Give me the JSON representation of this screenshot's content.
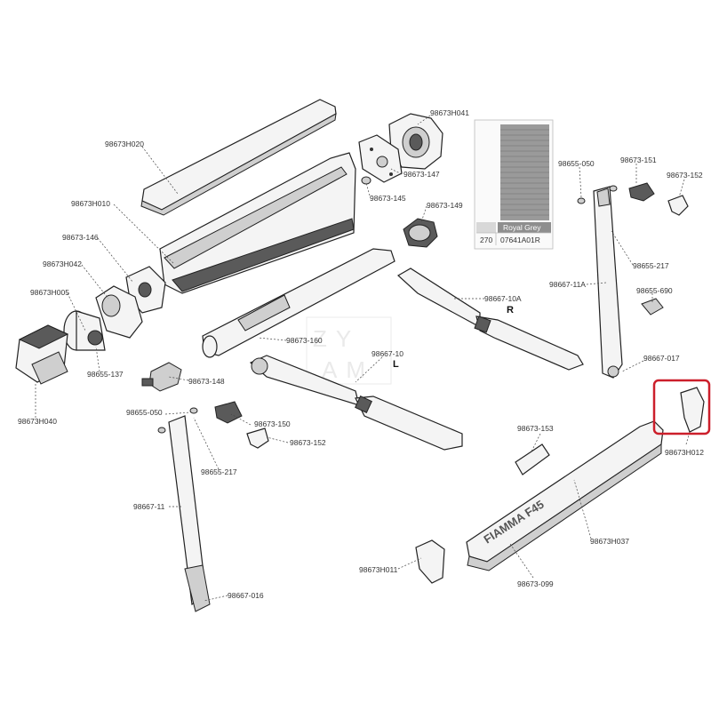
{
  "parts": {
    "p98673H041": "98673H041",
    "p98673H020": "98673H020",
    "p98673_147": "98673-147",
    "p98673_145": "98673-145",
    "p98673H010": "98673H010",
    "p98673_149": "98673-149",
    "p98673_146": "98673-146",
    "p98673H042": "98673H042",
    "p98673H005": "98673H005",
    "p98673_160": "98673-160",
    "p98655_137": "98655-137",
    "p98673_148": "98673-148",
    "p98673H040": "98673H040",
    "p98655_050a": "98655-050",
    "p98673_151": "98673-151",
    "p98673_152a": "98673-152",
    "p98655_217a": "98655-217",
    "p98667_11A": "98667-11A",
    "p98655_690": "98655-690",
    "p98667_10A": "98667-10A",
    "p98667_017": "98667-017",
    "p98667_10": "98667-10",
    "p98655_050b": "98655-050",
    "p98673_150": "98673-150",
    "p98673_152b": "98673-152",
    "p98655_217b": "98655-217",
    "p98667_11": "98667-11",
    "p98673_153": "98673-153",
    "p98673H012": "98673H012",
    "p98673H037": "98673H037",
    "p98673H011": "98673H011",
    "p98673_099": "98673-099",
    "p98667_016": "98667-016"
  },
  "side_markers": {
    "right": "R",
    "left": "L"
  },
  "swatch": {
    "name": "Royal Grey",
    "number": "270",
    "code": "07641A01R"
  },
  "highlight_color": "#cc1f2b",
  "watermark": "ZYAM"
}
